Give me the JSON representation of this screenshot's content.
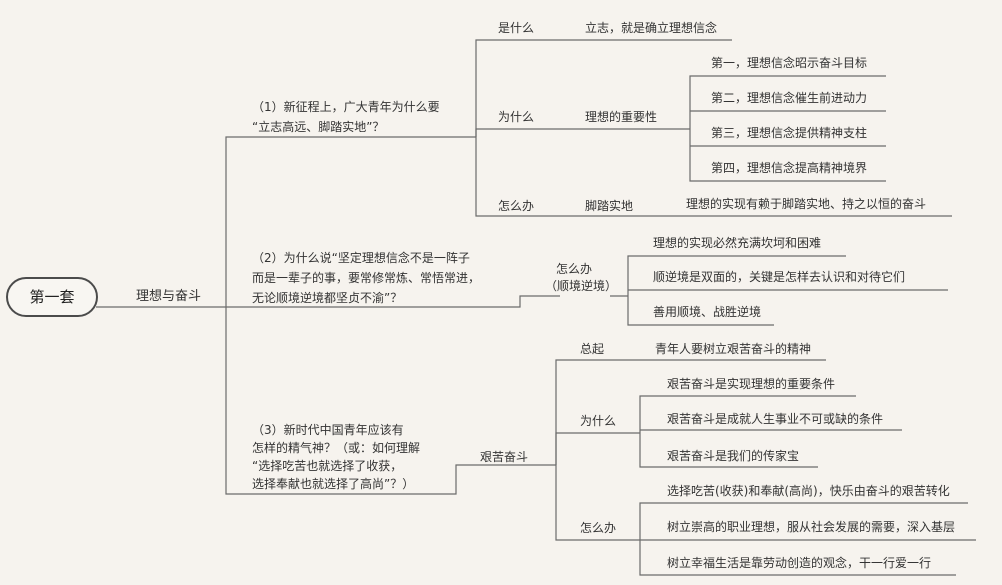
{
  "root": "第一套",
  "topic": "理想与奋斗",
  "q1": {
    "line1": "（1）新征程上，广大青年为什么要",
    "line2": "“立志高远、脚踏实地”？",
    "what_label": "是什么",
    "what_node": "立志，就是确立理想信念",
    "why_label": "为什么",
    "why_node": "理想的重要性",
    "why_items": [
      "第一，理想信念昭示奋斗目标",
      "第二，理想信念催生前进动力",
      "第三，理想信念提供精神支柱",
      "第四，理想信念提高精神境界"
    ],
    "how_label": "怎么办",
    "how_node": "脚踏实地",
    "how_item": "理想的实现有赖于脚踏实地、持之以恒的奋斗"
  },
  "q2": {
    "line1": "（2）为什么说“坚定理想信念不是一阵子",
    "line2": "而是一辈子的事，要常修常炼、常悟常进，",
    "line3": "无论顺境逆境都坚贞不渝”？",
    "how_label1": "怎么办",
    "how_label2": "（顺境逆境）",
    "items": [
      "理想的实现必然充满坎坷和困难",
      "顺逆境是双面的，关键是怎样去认识和对待它们",
      "善用顺境、战胜逆境"
    ]
  },
  "q3": {
    "line1": "（3）新时代中国青年应该有",
    "line2": "怎样的精气神？（或：如何理解",
    "line3": "“选择吃苦也就选择了收获，",
    "line4": "选择奉献也就选择了高尚”？）",
    "node": "艰苦奋斗",
    "summary_label": "总起",
    "summary_item": "青年人要树立艰苦奋斗的精神",
    "why_label": "为什么",
    "why_items": [
      "艰苦奋斗是实现理想的重要条件",
      "艰苦奋斗是成就人生事业不可或缺的条件",
      "艰苦奋斗是我们的传家宝"
    ],
    "how_label": "怎么办",
    "how_items": [
      "选择吃苦(收获)和奉献(高尚)，快乐由奋斗的艰苦转化",
      "树立崇高的职业理想，服从社会发展的需要，深入基层",
      "树立幸福生活是靠劳动创造的观念，干一行爱一行"
    ]
  }
}
